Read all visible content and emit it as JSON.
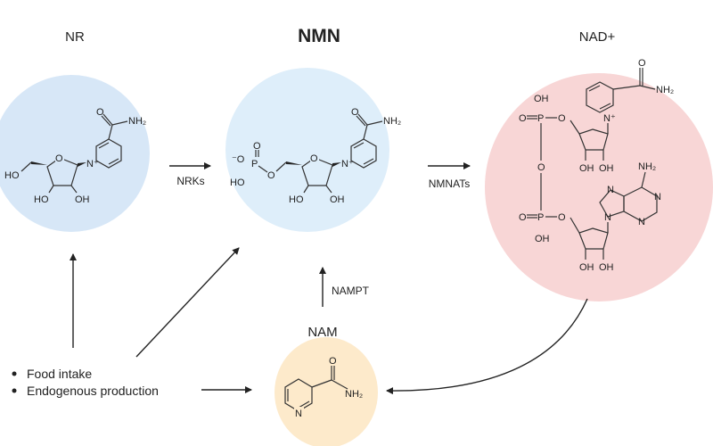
{
  "titles": {
    "nr": "NR",
    "nmn": "NMN",
    "nad": "NAD+",
    "nam": "NAM"
  },
  "enzymes": {
    "nrks": "NRKs",
    "nmnats": "NMNATs",
    "nampt": "NAMPT"
  },
  "sources": [
    "Food intake",
    "Endogenous production"
  ],
  "atoms": {
    "oh": "OH",
    "ho": "HO",
    "nh2": "NH₂",
    "o": "O",
    "p": "P",
    "n": "N",
    "nplus": "N⁺",
    "ominus": "⁻O"
  },
  "colors": {
    "nr_circle": "#d7e7f7",
    "nmn_circle": "#deeefa",
    "nad_circle": "#f8d6d6",
    "nam_circle": "#fdeacb"
  }
}
